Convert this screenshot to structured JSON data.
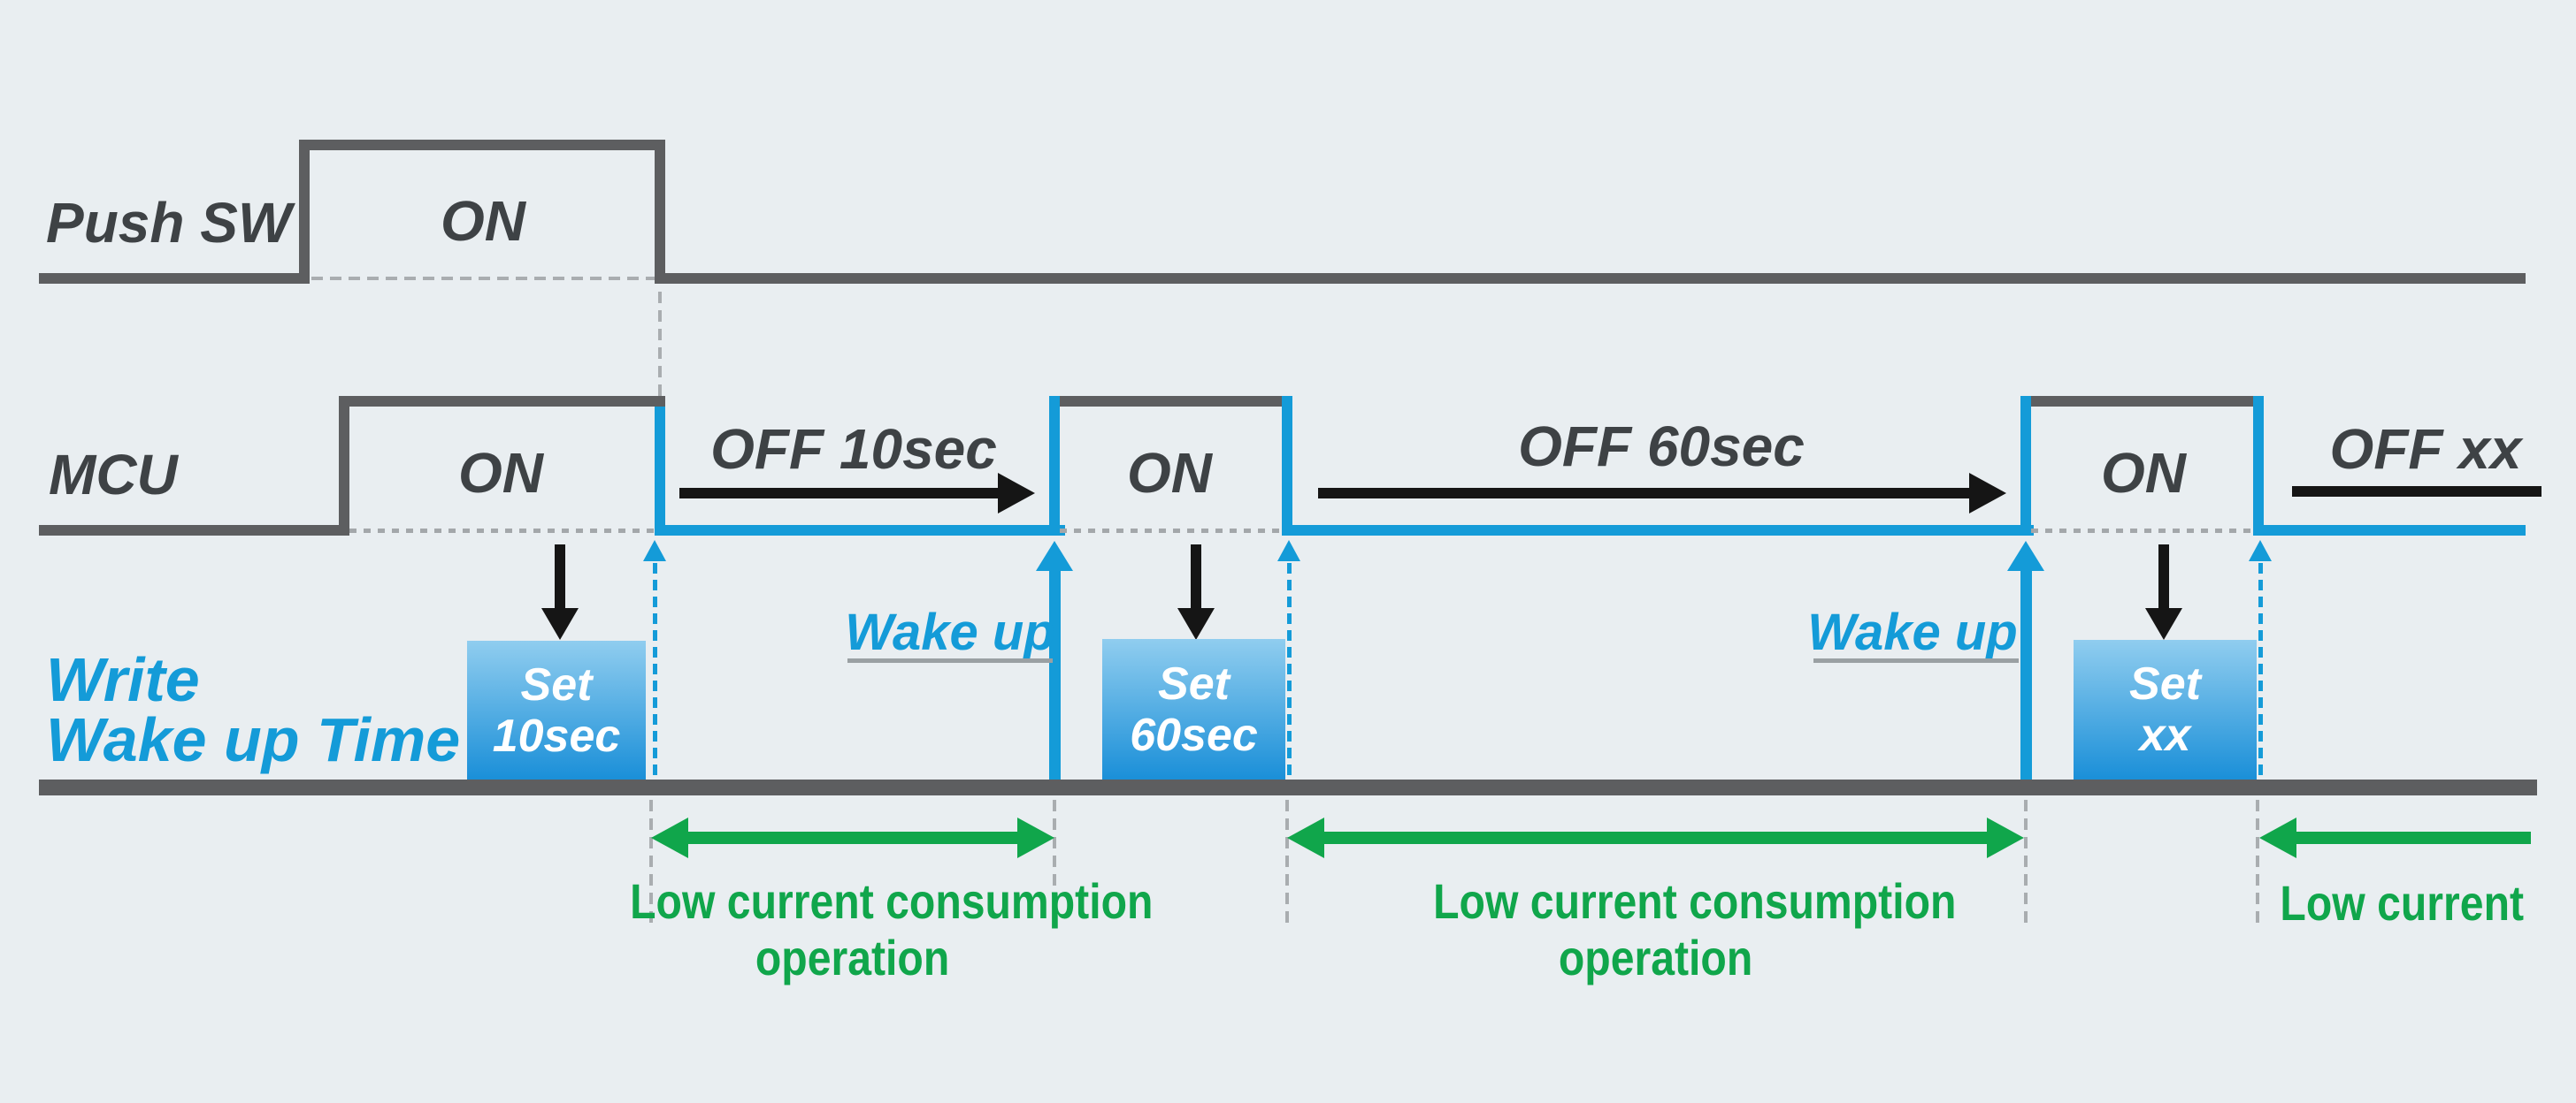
{
  "colors": {
    "bg": "#e9eef1",
    "line-gray": "#5d5e60",
    "text-dark": "#3e4245",
    "blue": "#149bd8",
    "box-top": "#90cdef",
    "box-bottom": "#1a8fd8",
    "green": "#10a64b",
    "black": "#151515",
    "dash-gray": "#a9adb0",
    "dot-gray": "#a3a7aa",
    "underline-gray": "#9aa0a3",
    "white": "#ffffff"
  },
  "push_sw": {
    "label": "Push SW",
    "on": "ON"
  },
  "mcu": {
    "label": "MCU",
    "on_labels": [
      "ON",
      "ON",
      "ON"
    ],
    "off_labels": [
      "OFF 10sec",
      "OFF 60sec",
      "OFF xx"
    ]
  },
  "write_wakeup": {
    "label_line1": "Write",
    "label_line2": "Wake up Time",
    "wake_up_labels": [
      "Wake up",
      "Wake up"
    ],
    "set_boxes": [
      {
        "line1": "Set",
        "line2": "10sec"
      },
      {
        "line1": "Set",
        "line2": "60sec"
      },
      {
        "line1": "Set",
        "line2": "xx"
      }
    ]
  },
  "low_current": {
    "span1_line1": "Low current consumption",
    "span1_line2": "operation",
    "span2_line1": "Low current consumption",
    "span2_line2": "operation",
    "span3": "Low current"
  }
}
